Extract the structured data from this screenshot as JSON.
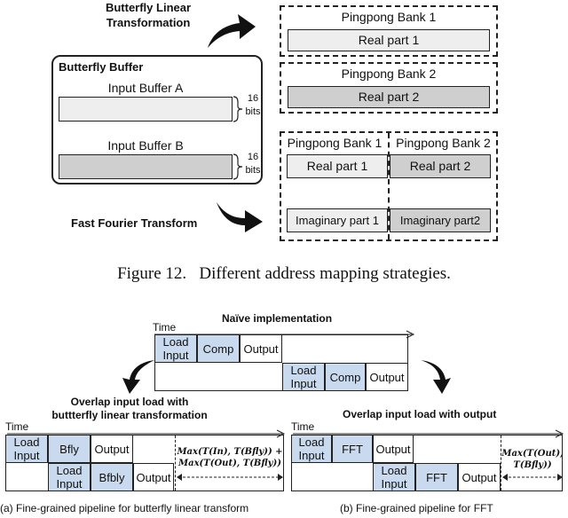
{
  "top": {
    "butterfly_linear_label": "Butterfly Linear\nTransformation",
    "butterfly_buffer_title": "Butterfly Buffer",
    "input_buffer_a": "Input  Buffer A",
    "input_buffer_b": "Input  Buffer B",
    "bits_label": "16\nbits",
    "fft_label": "Fast Fourier Transform",
    "bank1_title": "Pingpong Bank 1",
    "bank1_cell": "Real part 1",
    "bank2_title": "Pingpong Bank 2",
    "bank2_cell": "Real part 2",
    "fft_bank1_title": "Pingpong Bank 1",
    "fft_bank2_title": "Pingpong Bank 2",
    "fft_real1": "Real part 1",
    "fft_real2": "Real part 2",
    "fft_imag1": "Imaginary part 1",
    "fft_imag2": "Imaginary part2",
    "caption": "Figure 12.   Different address mapping strategies."
  },
  "bottom": {
    "time_label": "Time",
    "naive_title": "Naïve implementation",
    "load_input": "Load\nInput",
    "comp": "Comp",
    "output": "Output",
    "overlap_bfly_title": "Overlap input load with\nbuttterfly linear transformation",
    "overlap_fft_title": "Overlap input load with output",
    "bfly": "Bfly",
    "bfbly": "Bfbly",
    "fft": "FFT",
    "bfly_eq": "Max(T(In), T(Bfly)) +\nMax(T(Out), T(Bfly))",
    "fft_eq": "Max(T(Out),\nT(Bfly))",
    "caption_a": "(a) Fine-grained pipeline for butterfly linear transform",
    "caption_b": "(b) Fine-grained pipeline for FFT"
  }
}
